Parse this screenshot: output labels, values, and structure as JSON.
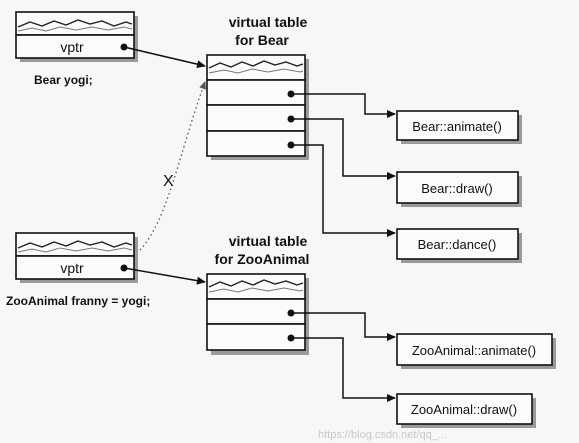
{
  "objects": {
    "bear": {
      "field_label": "vptr",
      "declaration": "Bear yogi;"
    },
    "zooanimal": {
      "field_label": "vptr",
      "declaration": "ZooAnimal franny = yogi;"
    }
  },
  "vtables": {
    "bear": {
      "title_line1": "virtual table",
      "title_line2": "for Bear"
    },
    "zooanimal": {
      "title_line1": "virtual table",
      "title_line2": "for ZooAnimal"
    }
  },
  "functions": {
    "bear": [
      "Bear::animate()",
      "Bear::draw()",
      "Bear::dance()"
    ],
    "zooanimal": [
      "ZooAnimal::animate()",
      "ZooAnimal::draw()"
    ]
  },
  "crossed_link_label": "X",
  "watermark": "https://blog.csdn.net/qq_..."
}
